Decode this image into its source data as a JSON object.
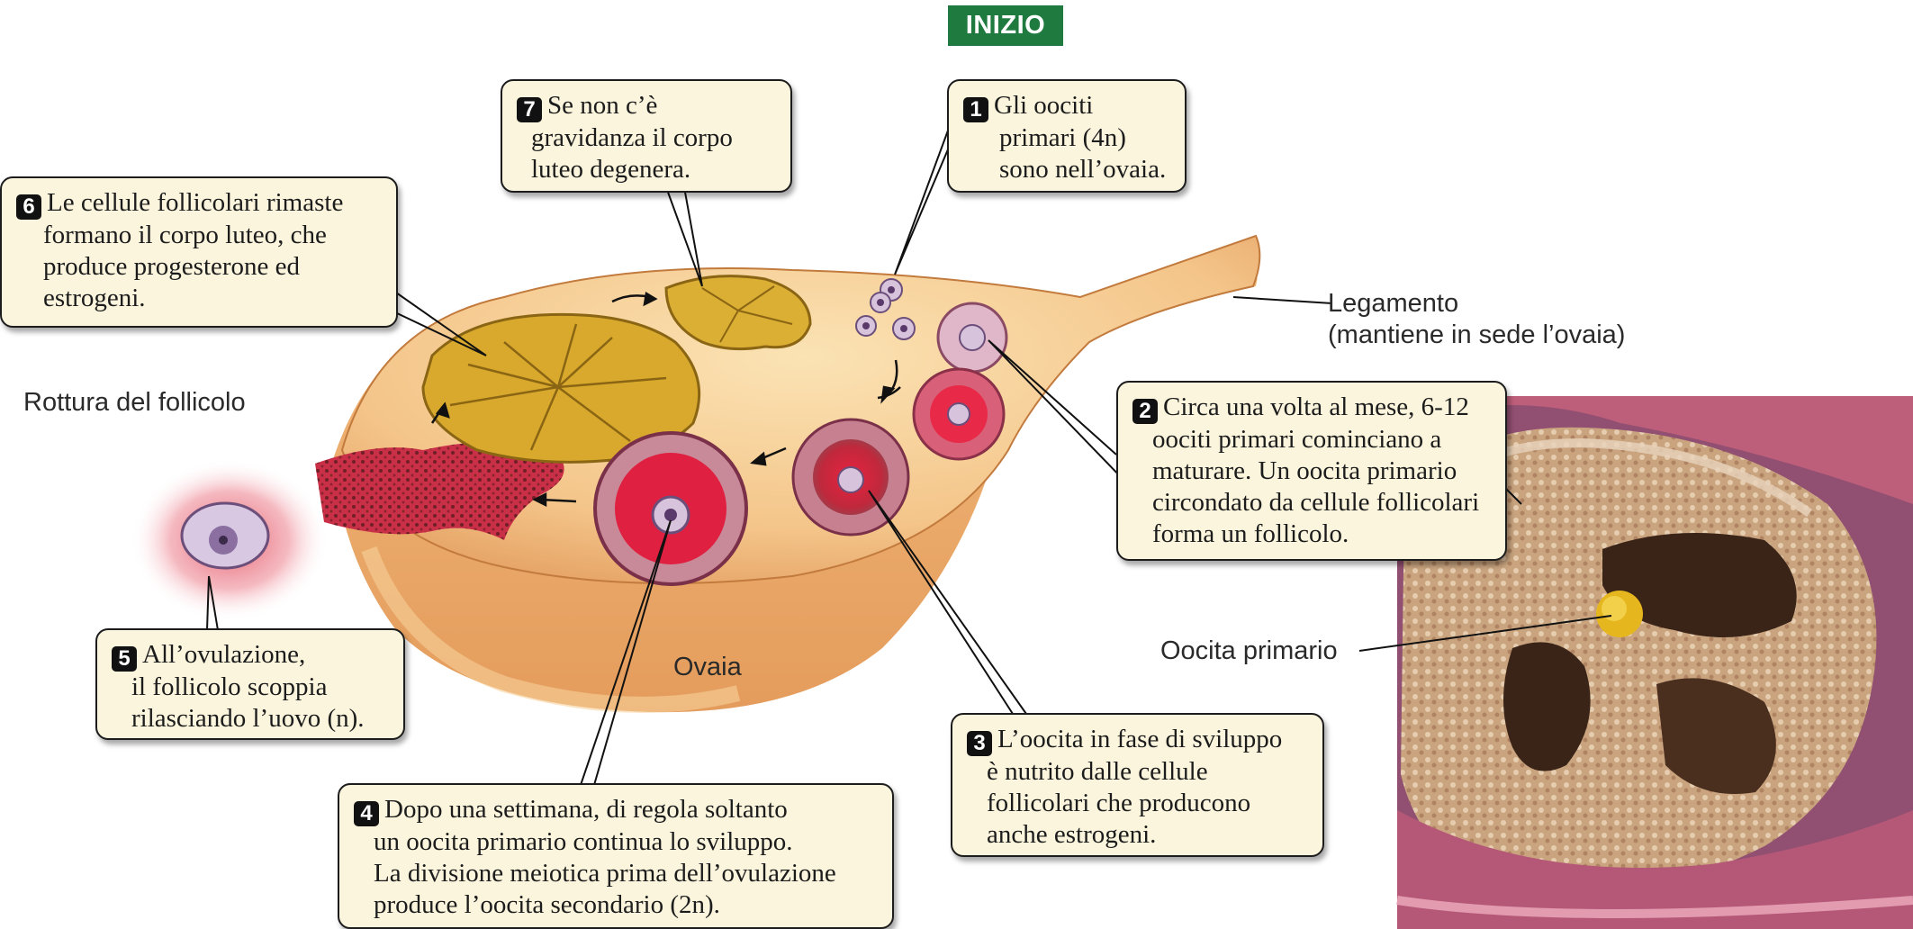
{
  "start_label": "INIZIO",
  "steps": [
    {
      "num": "1",
      "lines": [
        "Gli oociti",
        "primari (4n)",
        "sono nell’ovaia."
      ]
    },
    {
      "num": "2",
      "lines": [
        "Circa una volta al mese, 6-12",
        "oociti primari cominciano a",
        "maturare. Un oocita primario",
        "circondato da cellule follicolari",
        "forma un follicolo."
      ]
    },
    {
      "num": "3",
      "lines": [
        "L’oocita in fase di sviluppo",
        "è nutrito dalle cellule",
        "follicolari che producono",
        "anche estrogeni."
      ]
    },
    {
      "num": "4",
      "lines": [
        "Dopo una settimana, di regola soltanto",
        "un oocita primario continua lo sviluppo.",
        "La divisione meiotica prima dell’ovulazione",
        "produce l’oocita secondario (2n)."
      ]
    },
    {
      "num": "5",
      "lines": [
        "All’ovulazione,",
        "il follicolo scoppia",
        "rilasciando l’uovo (n)."
      ]
    },
    {
      "num": "6",
      "lines": [
        "Le cellule follicolari rimaste",
        "formano il corpo luteo, che",
        "produce progesterone ed",
        "estrogeni."
      ]
    },
    {
      "num": "7",
      "lines": [
        "Se non c’è",
        "gravidanza il corpo",
        "luteo degenera."
      ]
    }
  ],
  "labels": {
    "ligament_line1": "Legamento",
    "ligament_line2": "(mantiene in sede l’ovaia)",
    "follicle_rupture": "Rottura del follicolo",
    "ovary": "Ovaia",
    "primary_oocyte": "Oocita primario"
  }
}
